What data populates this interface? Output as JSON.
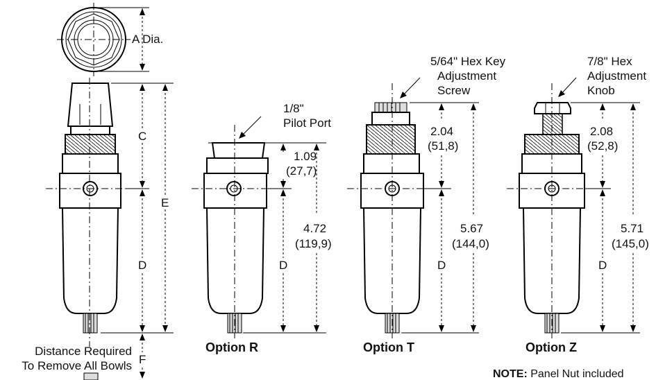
{
  "top_view": {
    "dim_label": "A Dia."
  },
  "main": {
    "dim_c": "C",
    "dim_d": "D",
    "dim_e": "E",
    "dim_f": "F",
    "remove_line1": "Distance Required",
    "remove_line2": "To Remove All Bowls"
  },
  "option_r": {
    "title": "Option R",
    "callout_line1": "1/8\"",
    "callout_line2": "Pilot Port",
    "dim_top_in": "1.09",
    "dim_top_mm": "(27,7)",
    "dim_total_in": "4.72",
    "dim_total_mm": "(119,9)",
    "dim_d": "D"
  },
  "option_t": {
    "title": "Option T",
    "callout_line1": "5/64\" Hex Key",
    "callout_line2": "Adjustment",
    "callout_line3": "Screw",
    "dim_top_in": "2.04",
    "dim_top_mm": "(51,8)",
    "dim_total_in": "5.67",
    "dim_total_mm": "(144,0)",
    "dim_d": "D"
  },
  "option_z": {
    "title": "Option Z",
    "callout_line1": "7/8\" Hex",
    "callout_line2": "Adjustment",
    "callout_line3": "Knob",
    "dim_top_in": "2.08",
    "dim_top_mm": "(52,8)",
    "dim_total_in": "5.71",
    "dim_total_mm": "(145,0)",
    "dim_d": "D"
  },
  "note": {
    "bold": "NOTE:",
    "text": " Panel Nut included"
  }
}
